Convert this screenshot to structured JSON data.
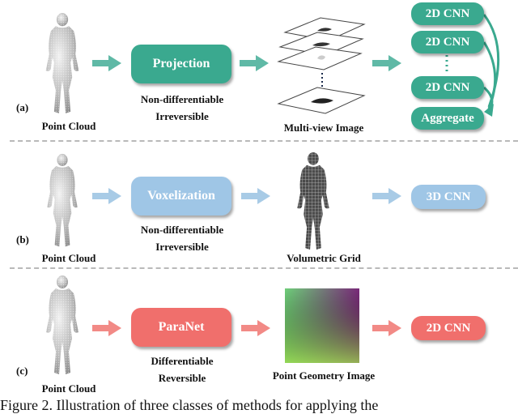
{
  "row_a": {
    "label": "(a)",
    "input_label": "Point Cloud",
    "step_label": "Projection",
    "step_note_1": "Non-differentiable",
    "step_note_2": "Irreversible",
    "output_label": "Multi-view Image",
    "cnn_1": "2D CNN",
    "cnn_2": "2D CNN",
    "cnn_3": "2D CNN",
    "aggregate": "Aggregate"
  },
  "row_b": {
    "label": "(b)",
    "input_label": "Point Cloud",
    "step_label": "Voxelization",
    "step_note_1": "Non-differentiable",
    "step_note_2": "Irreversible",
    "output_label": "Volumetric Grid",
    "cnn": "3D CNN"
  },
  "row_c": {
    "label": "(c)",
    "input_label": "Point Cloud",
    "step_label": "ParaNet",
    "step_note_1": "Differentiable",
    "step_note_2": "Reversible",
    "output_label": "Point Geometry Image",
    "cnn": "2D CNN"
  },
  "caption": "Figure 2. Illustration of three classes of methods for applying the",
  "colors": {
    "teal": "#3aa98f",
    "blue": "#9fc6e6",
    "red": "#f06f6c",
    "arrow_teal": "#5fb9a6",
    "arrow_blue": "#a8cbe6",
    "arrow_red": "#f28a86"
  },
  "icons": [
    "human-point-cloud-icon",
    "image-plane-stack-icon",
    "voxel-figure-icon",
    "geometry-image-gradient-icon",
    "block-arrow-icon"
  ]
}
